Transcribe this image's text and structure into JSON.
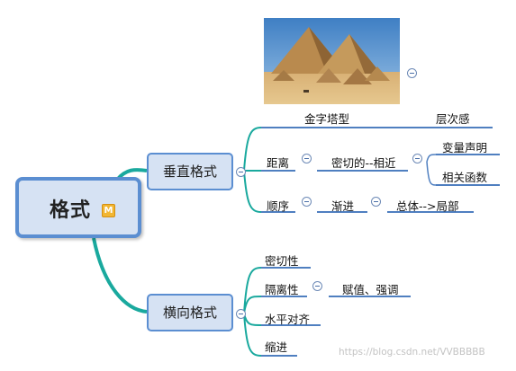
{
  "root": {
    "label": "格式",
    "marker": "M"
  },
  "branches": [
    {
      "label": "垂直格式",
      "children": [
        {
          "label": "金字塔型",
          "children": [
            {
              "label": "层次感"
            }
          ]
        },
        {
          "label": "距离",
          "children": [
            {
              "label": "密切的--相近",
              "children": [
                {
                  "label": "变量声明"
                },
                {
                  "label": "相关函数"
                }
              ]
            }
          ]
        },
        {
          "label": "顺序",
          "children": [
            {
              "label": "渐进",
              "children": [
                {
                  "label": "总体-->局部"
                }
              ]
            }
          ]
        }
      ]
    },
    {
      "label": "横向格式",
      "children": [
        {
          "label": "密切性"
        },
        {
          "label": "隔离性",
          "children": [
            {
              "label": "赋值、强调"
            }
          ]
        },
        {
          "label": "水平对齐"
        },
        {
          "label": "缩进"
        }
      ]
    }
  ],
  "image": {
    "subject": "pyramids-photo"
  },
  "watermark": "https://blog.csdn.net/VVBBBBB",
  "colors": {
    "accent": "#5b8ed1",
    "node_fill": "#d6e2f3",
    "branch_teal": "#1aa99e",
    "underline": "#4f7fc0"
  }
}
